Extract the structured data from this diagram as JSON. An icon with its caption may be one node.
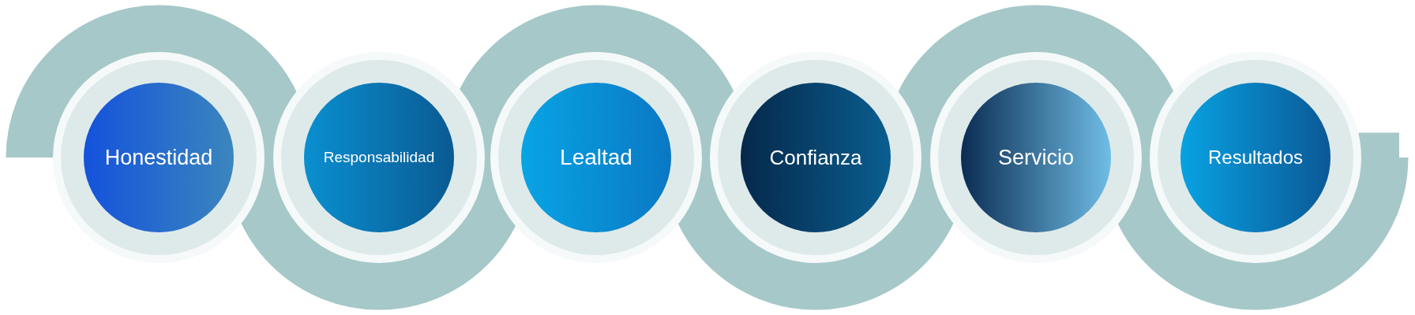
{
  "diagram": {
    "nodes": [
      {
        "text": [
          "Honestidad"
        ]
      },
      {
        "text": [
          "Responsabilidad"
        ]
      },
      {
        "text": [
          "Lealtad"
        ]
      },
      {
        "text": [
          "Confianza"
        ]
      },
      {
        "text": [
          "Servicio"
        ]
      },
      {
        "text": [
          "Resultados"
        ]
      }
    ]
  }
}
